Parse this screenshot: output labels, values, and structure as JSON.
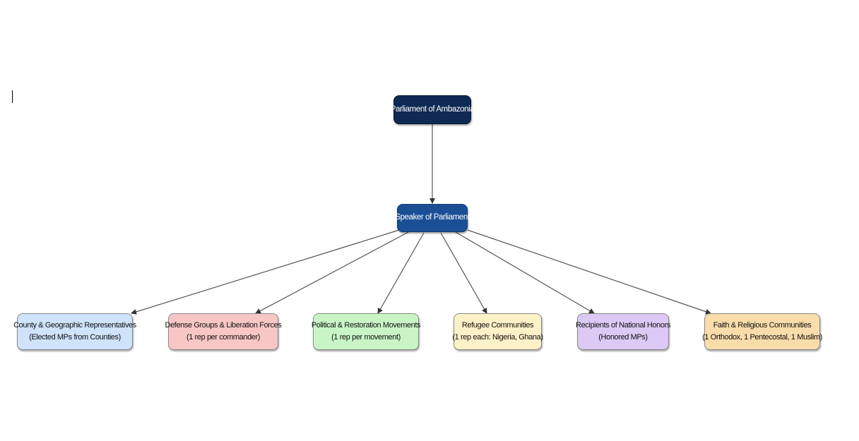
{
  "root": {
    "label": "Parliament of Ambazonia",
    "fill": "#0d2a52"
  },
  "speaker": {
    "label": "Speaker of Parliament",
    "fill": "#1b4f95"
  },
  "groups": [
    {
      "line1": "County & Geographic Representatives",
      "line2": "(Elected MPs from Counties)",
      "fill": "#cfe3fb"
    },
    {
      "line1": "Defense Groups & Liberation Forces",
      "line2": "(1 rep per commander)",
      "fill": "#f9c6c6"
    },
    {
      "line1": "Political & Restoration Movements",
      "line2": "(1 rep per movement)",
      "fill": "#c9f5c6"
    },
    {
      "line1": "Refugee Communities",
      "line2": "(1 rep each: Nigeria, Ghana)",
      "fill": "#fdf1c8"
    },
    {
      "line1": "Recipients of National Honors",
      "line2": "(Honored MPs)",
      "fill": "#dcc9f5"
    },
    {
      "line1": "Faith & Religious Communities",
      "line2": "(1 Orthodox, 1 Pentecostal, 1 Muslim)",
      "fill": "#f8dcaa"
    }
  ],
  "edge_color": "#555555"
}
